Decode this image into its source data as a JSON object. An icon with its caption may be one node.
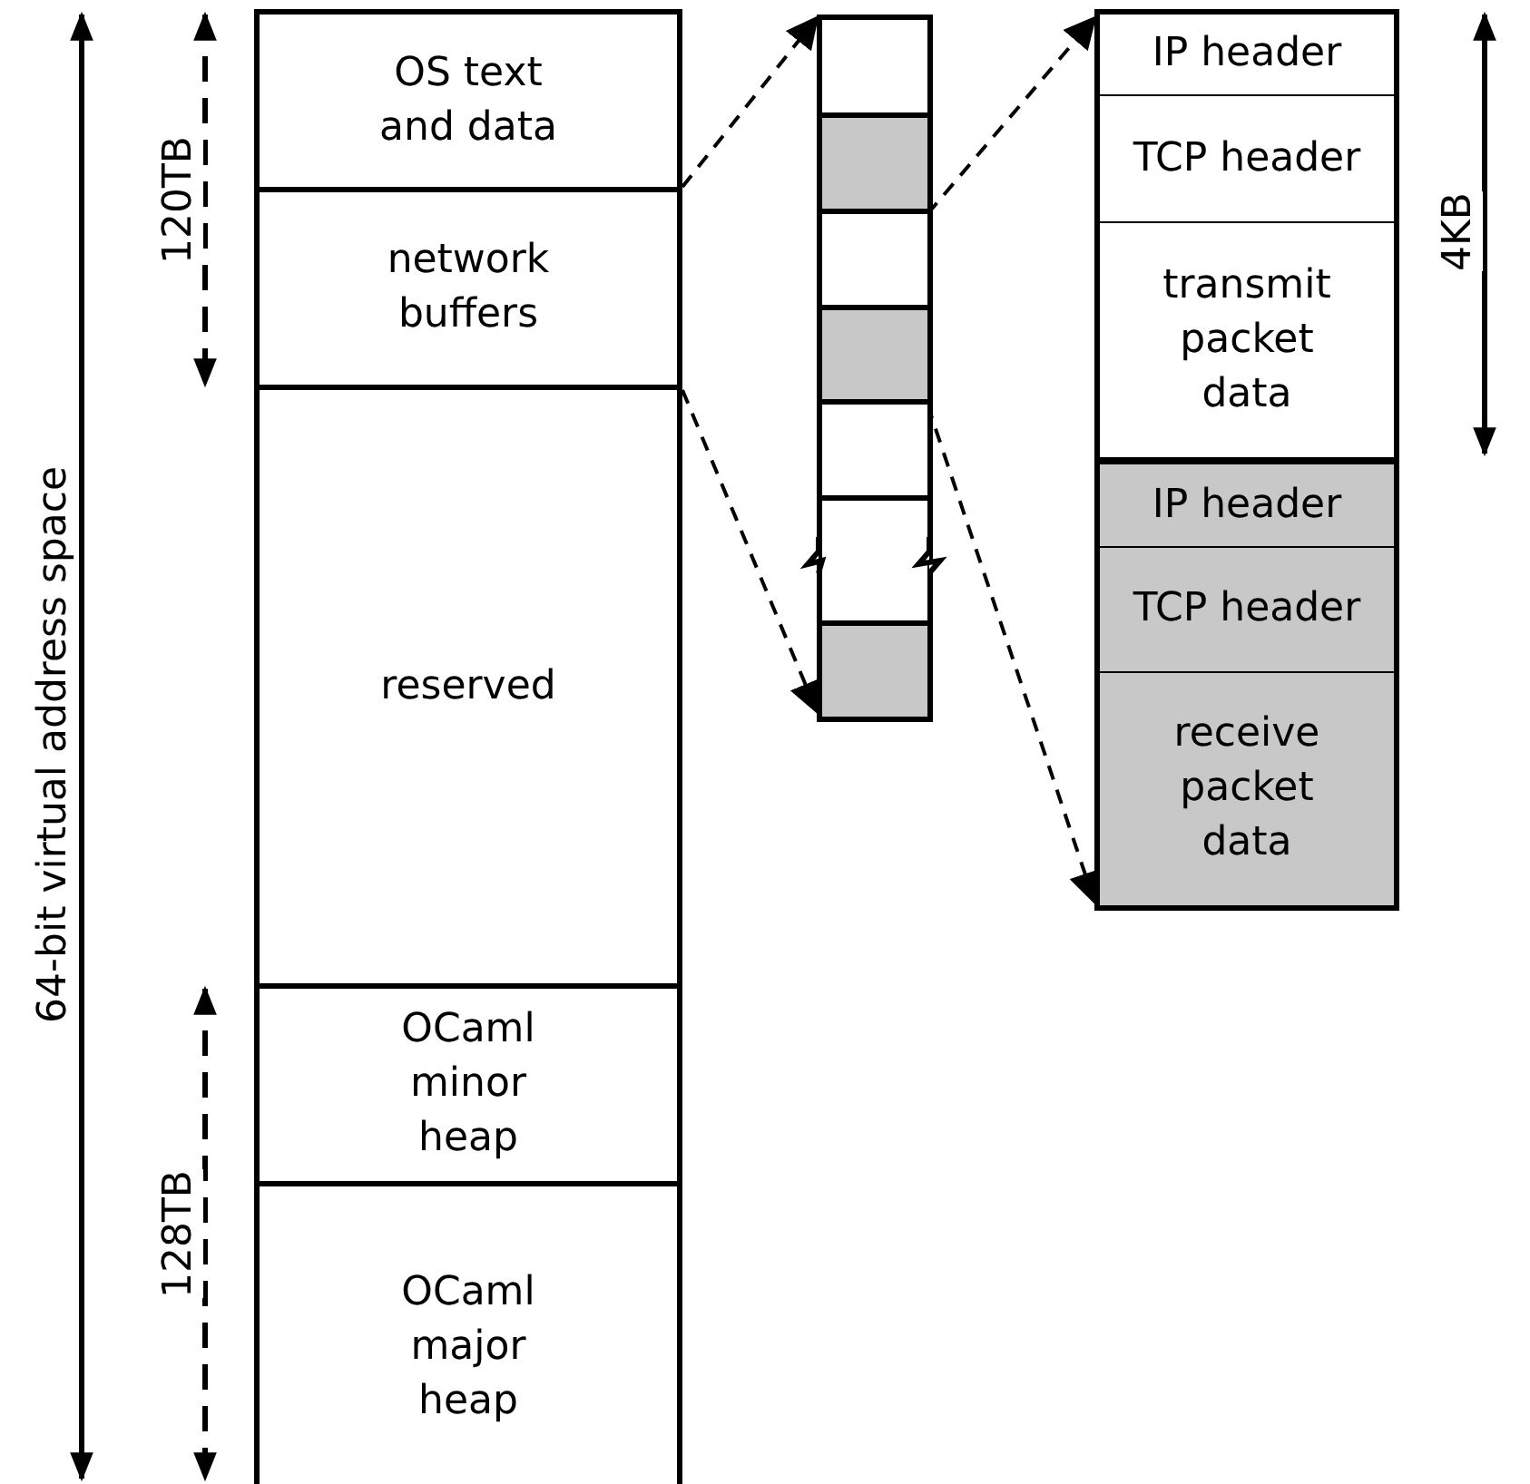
{
  "diagram": {
    "nodes": [
      {
        "text": [
          "OS text and data"
        ]
      },
      {
        "text": [
          "network buffers"
        ]
      },
      {
        "text": [
          "reserved"
        ]
      },
      {
        "text": [
          "OCaml minor heap"
        ]
      },
      {
        "text": [
          "OCaml major heap"
        ]
      },
      {
        "text": [],
        "shape": "box"
      },
      {
        "text": [],
        "shape": "box",
        "in": 5
      },
      {
        "text": [],
        "shape": "box",
        "in": 5
      },
      {
        "text": [],
        "shape": "box",
        "in": 5
      },
      {
        "text": [],
        "shape": "box",
        "in": 5
      },
      {
        "text": [],
        "shape": "box",
        "in": 5
      },
      {
        "text": [],
        "shape": "box",
        "in": 5
      },
      {
        "text": [],
        "shape": "box",
        "in": 5
      },
      {
        "text": [],
        "shape": "box"
      },
      {
        "text": [
          "IP header"
        ],
        "in": 13
      },
      {
        "text": [
          "TCP header"
        ],
        "in": 13
      },
      {
        "text": [
          "transmit packet data"
        ],
        "in": 13
      },
      {
        "text": [
          "IP header"
        ],
        "in": 13
      },
      {
        "text": [
          "TCP header"
        ],
        "in": 13
      },
      {
        "text": [
          "receive packet data"
        ],
        "in": 13
      }
    ],
    "edges": [
      {
        "from": 1,
        "to": 5,
        "arrow": "to",
        "style": "dashed"
      },
      {
        "from": 1,
        "to": 5,
        "arrow": "to",
        "style": "dashed"
      },
      {
        "from": 8,
        "to": 13,
        "arrow": "to",
        "style": "dashed"
      },
      {
        "from": 9,
        "to": 13,
        "arrow": "to",
        "style": "dashed"
      }
    ],
    "labels": [
      "64-bit virtual address space",
      "120TB",
      "128TB",
      "4KB"
    ]
  }
}
